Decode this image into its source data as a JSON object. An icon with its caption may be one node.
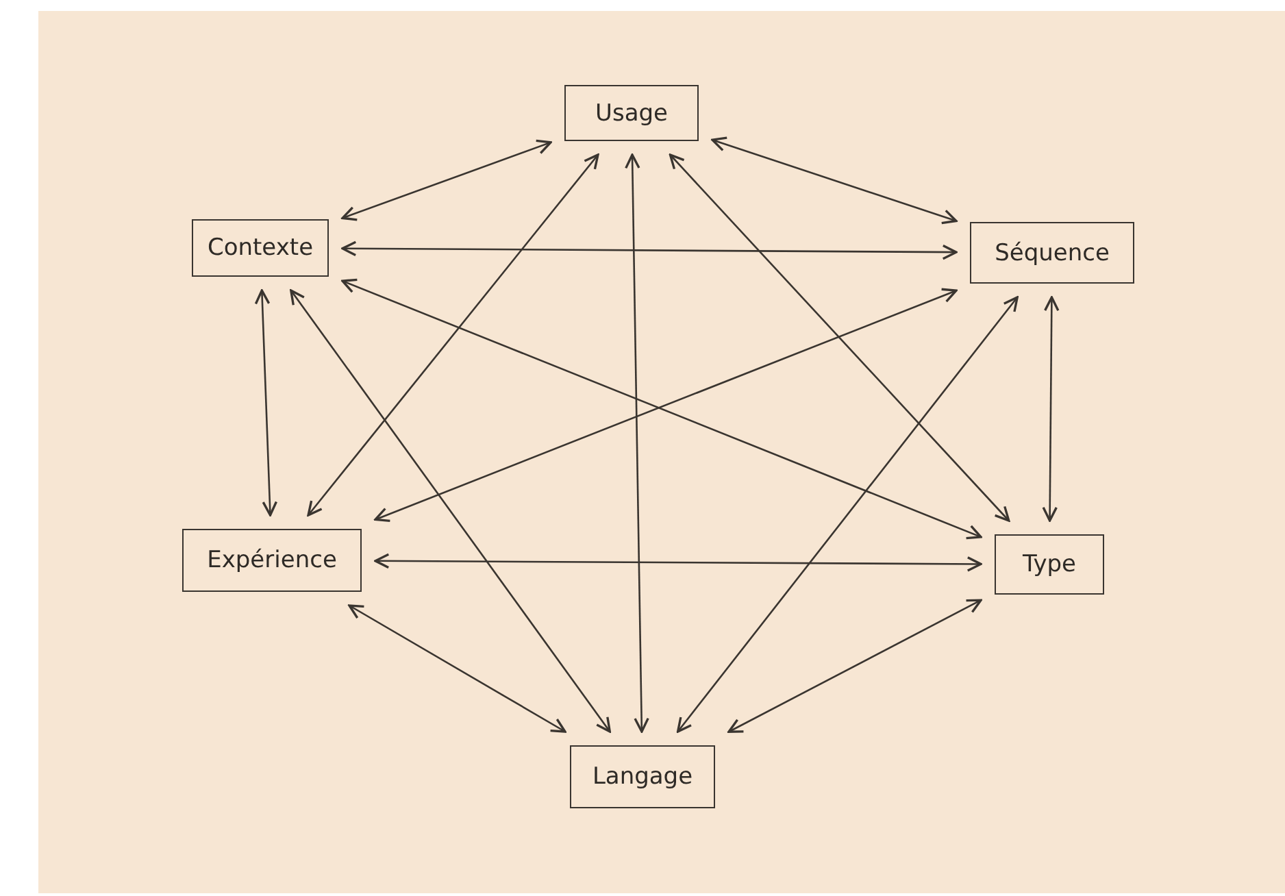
{
  "diagram": {
    "nodes": [
      {
        "text": [
          "Usage"
        ]
      },
      {
        "text": [
          "Contexte"
        ]
      },
      {
        "text": [
          "Séquence"
        ]
      },
      {
        "text": [
          "Expérience"
        ]
      },
      {
        "text": [
          "Type"
        ]
      },
      {
        "text": [
          "Langage"
        ]
      }
    ],
    "edges": [
      {
        "from": 0,
        "to": 1,
        "arrow": "both"
      },
      {
        "from": 0,
        "to": 2,
        "arrow": "both"
      },
      {
        "from": 0,
        "to": 3,
        "arrow": "both"
      },
      {
        "from": 0,
        "to": 4,
        "arrow": "both"
      },
      {
        "from": 0,
        "to": 5,
        "arrow": "both"
      },
      {
        "from": 1,
        "to": 2,
        "arrow": "both"
      },
      {
        "from": 1,
        "to": 3,
        "arrow": "both"
      },
      {
        "from": 1,
        "to": 4,
        "arrow": "both"
      },
      {
        "from": 1,
        "to": 5,
        "arrow": "both"
      },
      {
        "from": 2,
        "to": 3,
        "arrow": "both"
      },
      {
        "from": 2,
        "to": 4,
        "arrow": "both"
      },
      {
        "from": 2,
        "to": 5,
        "arrow": "both"
      },
      {
        "from": 3,
        "to": 4,
        "arrow": "both"
      },
      {
        "from": 3,
        "to": 5,
        "arrow": "both"
      },
      {
        "from": 4,
        "to": 5,
        "arrow": "both"
      }
    ]
  }
}
